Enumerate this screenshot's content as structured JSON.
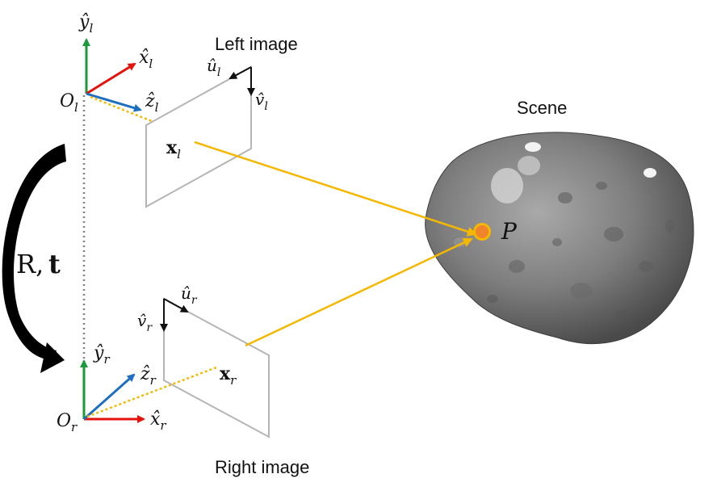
{
  "labels": {
    "left_image": "Left image",
    "right_image": "Right image",
    "scene": "Scene",
    "point": "P",
    "transform_R": "R,",
    "transform_t": "t"
  },
  "left_camera": {
    "origin": "O",
    "origin_sub": "l",
    "x_axis": "x̂",
    "y_axis": "ŷ",
    "z_axis": "ẑ",
    "axis_sub": "l",
    "u_axis": "û",
    "v_axis": "v̂",
    "image_point": "x",
    "image_point_sub": "l"
  },
  "right_camera": {
    "origin": "O",
    "origin_sub": "r",
    "x_axis": "x̂",
    "y_axis": "ŷ",
    "z_axis": "ẑ",
    "axis_sub": "r",
    "u_axis": "û",
    "v_axis": "v̂",
    "image_point": "x",
    "image_point_sub": "r"
  },
  "colors": {
    "x_axis": "#e3120b",
    "y_axis": "#1a9a3a",
    "z_axis": "#1f6fc1",
    "ray": "#f5b800",
    "point_fill": "#f0842c",
    "point_stroke": "#f5b800",
    "plane": "#b5b5b5",
    "baseline": "#7f7f7f"
  }
}
